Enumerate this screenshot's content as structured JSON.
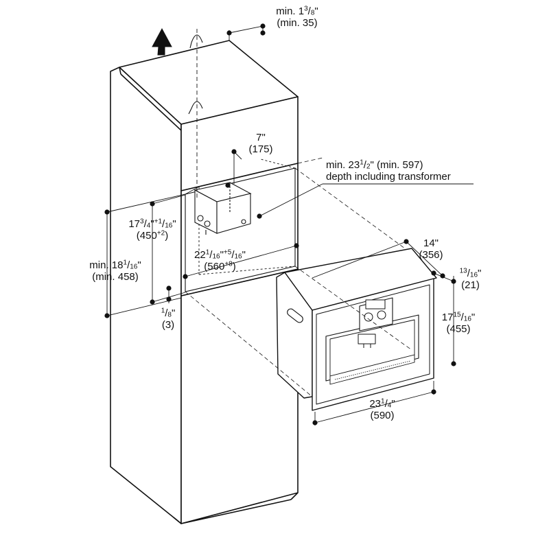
{
  "labels": {
    "top_clearance": {
      "a": "min. 1",
      "b": "3",
      "c": "/",
      "d": "8",
      "e": "\"",
      "mm": "(min. 35)"
    },
    "opening_depth_note": {
      "line1": "min. 23",
      "sup": "1",
      "frac": "/",
      "sub": "2",
      "rest": "\" (min. 597)",
      "line2": "depth including transformer"
    },
    "transformer_width": {
      "in": "7\"",
      "mm": "(175)"
    },
    "opening_height": {
      "a": "17",
      "b": "3",
      "c": "/",
      "d": "4",
      "e": "\"",
      "f": "+1",
      "g": "/",
      "h": "16",
      "i": "\"",
      "mm_a": "(450",
      "mm_b": "+2",
      "mm_c": ")"
    },
    "opening_width": {
      "a": "22",
      "b": "1",
      "c": "/",
      "d": "16",
      "e": "\"",
      "f": "+5",
      "g": "/",
      "h": "16",
      "i": "\"",
      "mm_a": "(560",
      "mm_b": "+8",
      "mm_c": ")"
    },
    "min_niche_height": {
      "a": "min. 18",
      "b": "1",
      "c": "/",
      "d": "16",
      "e": "\"",
      "mm": "(min. 458)"
    },
    "shelf_thickness": {
      "a": "1",
      "b": "/",
      "c": "8",
      "d": "\"",
      "mm": "(3)"
    },
    "appliance_depth": {
      "in": "14\"",
      "mm": "(356)"
    },
    "front_offset": {
      "a": "13",
      "b": "/",
      "c": "16",
      "d": "\"",
      "mm": "(21)"
    },
    "appliance_height": {
      "a": "17",
      "b": "15",
      "c": "/",
      "d": "16",
      "e": "\"",
      "mm": "(455)"
    },
    "appliance_width": {
      "a": "23",
      "b": "1",
      "c": "/",
      "d": "4",
      "e": "\"",
      "mm": "(590)"
    }
  }
}
